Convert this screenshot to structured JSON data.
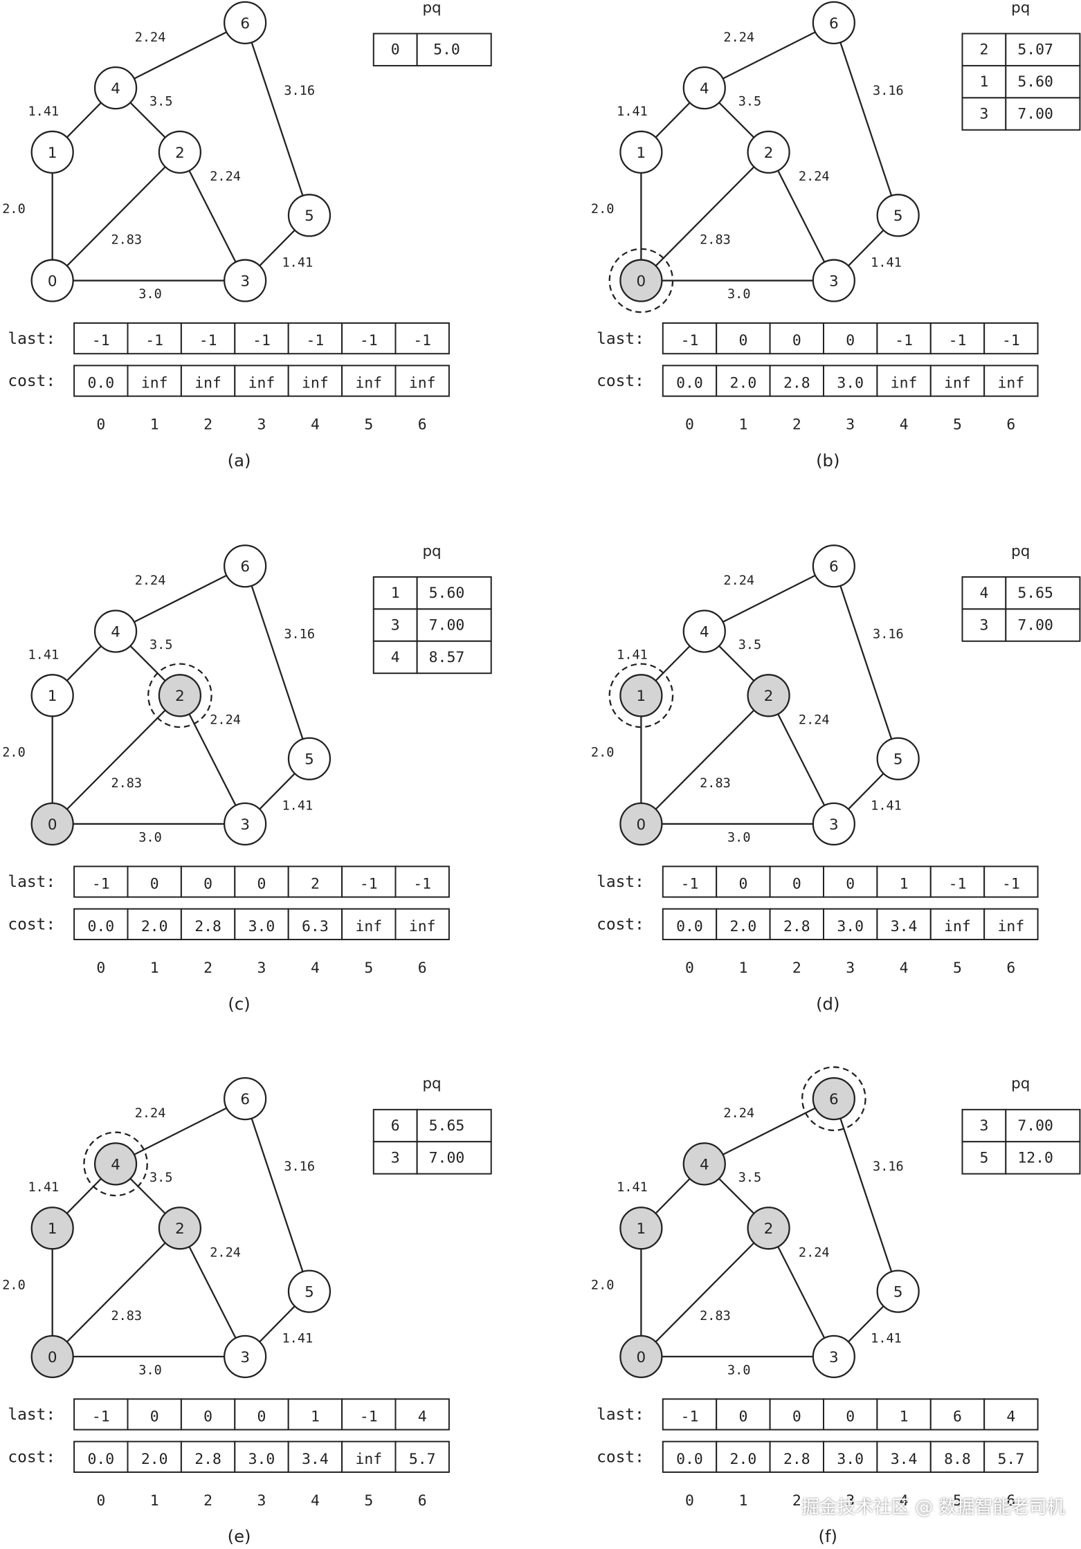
{
  "labels": {
    "pq": "pq",
    "last": "last:",
    "cost": "cost:"
  },
  "indices": [
    "0",
    "1",
    "2",
    "3",
    "4",
    "5",
    "6"
  ],
  "node_labels": [
    "0",
    "1",
    "2",
    "3",
    "4",
    "5",
    "6"
  ],
  "edges": [
    {
      "from": 0,
      "to": 1,
      "weight": "2.0"
    },
    {
      "from": 0,
      "to": 2,
      "weight": "2.83"
    },
    {
      "from": 0,
      "to": 3,
      "weight": "3.0"
    },
    {
      "from": 1,
      "to": 4,
      "weight": "1.41"
    },
    {
      "from": 2,
      "to": 3,
      "weight": "2.24"
    },
    {
      "from": 2,
      "to": 4,
      "weight": "3.5"
    },
    {
      "from": 3,
      "to": 5,
      "weight": "1.41"
    },
    {
      "from": 4,
      "to": 6,
      "weight": "2.24"
    },
    {
      "from": 5,
      "to": 6,
      "weight": "3.16"
    }
  ],
  "panels": [
    {
      "caption": "(a)",
      "visited": [],
      "current": null,
      "pq": [
        [
          "0",
          "5.0"
        ]
      ],
      "last": [
        "-1",
        "-1",
        "-1",
        "-1",
        "-1",
        "-1",
        "-1"
      ],
      "cost": [
        "0.0",
        "inf",
        "inf",
        "inf",
        "inf",
        "inf",
        "inf"
      ]
    },
    {
      "caption": "(b)",
      "visited": [
        0
      ],
      "current": 0,
      "pq": [
        [
          "2",
          "5.07"
        ],
        [
          "1",
          "5.60"
        ],
        [
          "3",
          "7.00"
        ]
      ],
      "last": [
        "-1",
        "0",
        "0",
        "0",
        "-1",
        "-1",
        "-1"
      ],
      "cost": [
        "0.0",
        "2.0",
        "2.8",
        "3.0",
        "inf",
        "inf",
        "inf"
      ]
    },
    {
      "caption": "(c)",
      "visited": [
        0,
        2
      ],
      "current": 2,
      "pq": [
        [
          "1",
          "5.60"
        ],
        [
          "3",
          "7.00"
        ],
        [
          "4",
          "8.57"
        ]
      ],
      "last": [
        "-1",
        "0",
        "0",
        "0",
        "2",
        "-1",
        "-1"
      ],
      "cost": [
        "0.0",
        "2.0",
        "2.8",
        "3.0",
        "6.3",
        "inf",
        "inf"
      ]
    },
    {
      "caption": "(d)",
      "visited": [
        0,
        1,
        2
      ],
      "current": 1,
      "pq": [
        [
          "4",
          "5.65"
        ],
        [
          "3",
          "7.00"
        ]
      ],
      "last": [
        "-1",
        "0",
        "0",
        "0",
        "1",
        "-1",
        "-1"
      ],
      "cost": [
        "0.0",
        "2.0",
        "2.8",
        "3.0",
        "3.4",
        "inf",
        "inf"
      ]
    },
    {
      "caption": "(e)",
      "visited": [
        0,
        1,
        2,
        4
      ],
      "current": 4,
      "pq": [
        [
          "6",
          "5.65"
        ],
        [
          "3",
          "7.00"
        ]
      ],
      "last": [
        "-1",
        "0",
        "0",
        "0",
        "1",
        "-1",
        "4"
      ],
      "cost": [
        "0.0",
        "2.0",
        "2.8",
        "3.0",
        "3.4",
        "inf",
        "5.7"
      ]
    },
    {
      "caption": "(f)",
      "visited": [
        0,
        1,
        2,
        4,
        6
      ],
      "current": 6,
      "pq": [
        [
          "3",
          "7.00"
        ],
        [
          "5",
          "12.0"
        ]
      ],
      "last": [
        "-1",
        "0",
        "0",
        "0",
        "1",
        "6",
        "4"
      ],
      "cost": [
        "0.0",
        "2.0",
        "2.8",
        "3.0",
        "3.4",
        "8.8",
        "5.7"
      ]
    }
  ],
  "watermark": "掘金技术社区 @ 数据智能老司机"
}
